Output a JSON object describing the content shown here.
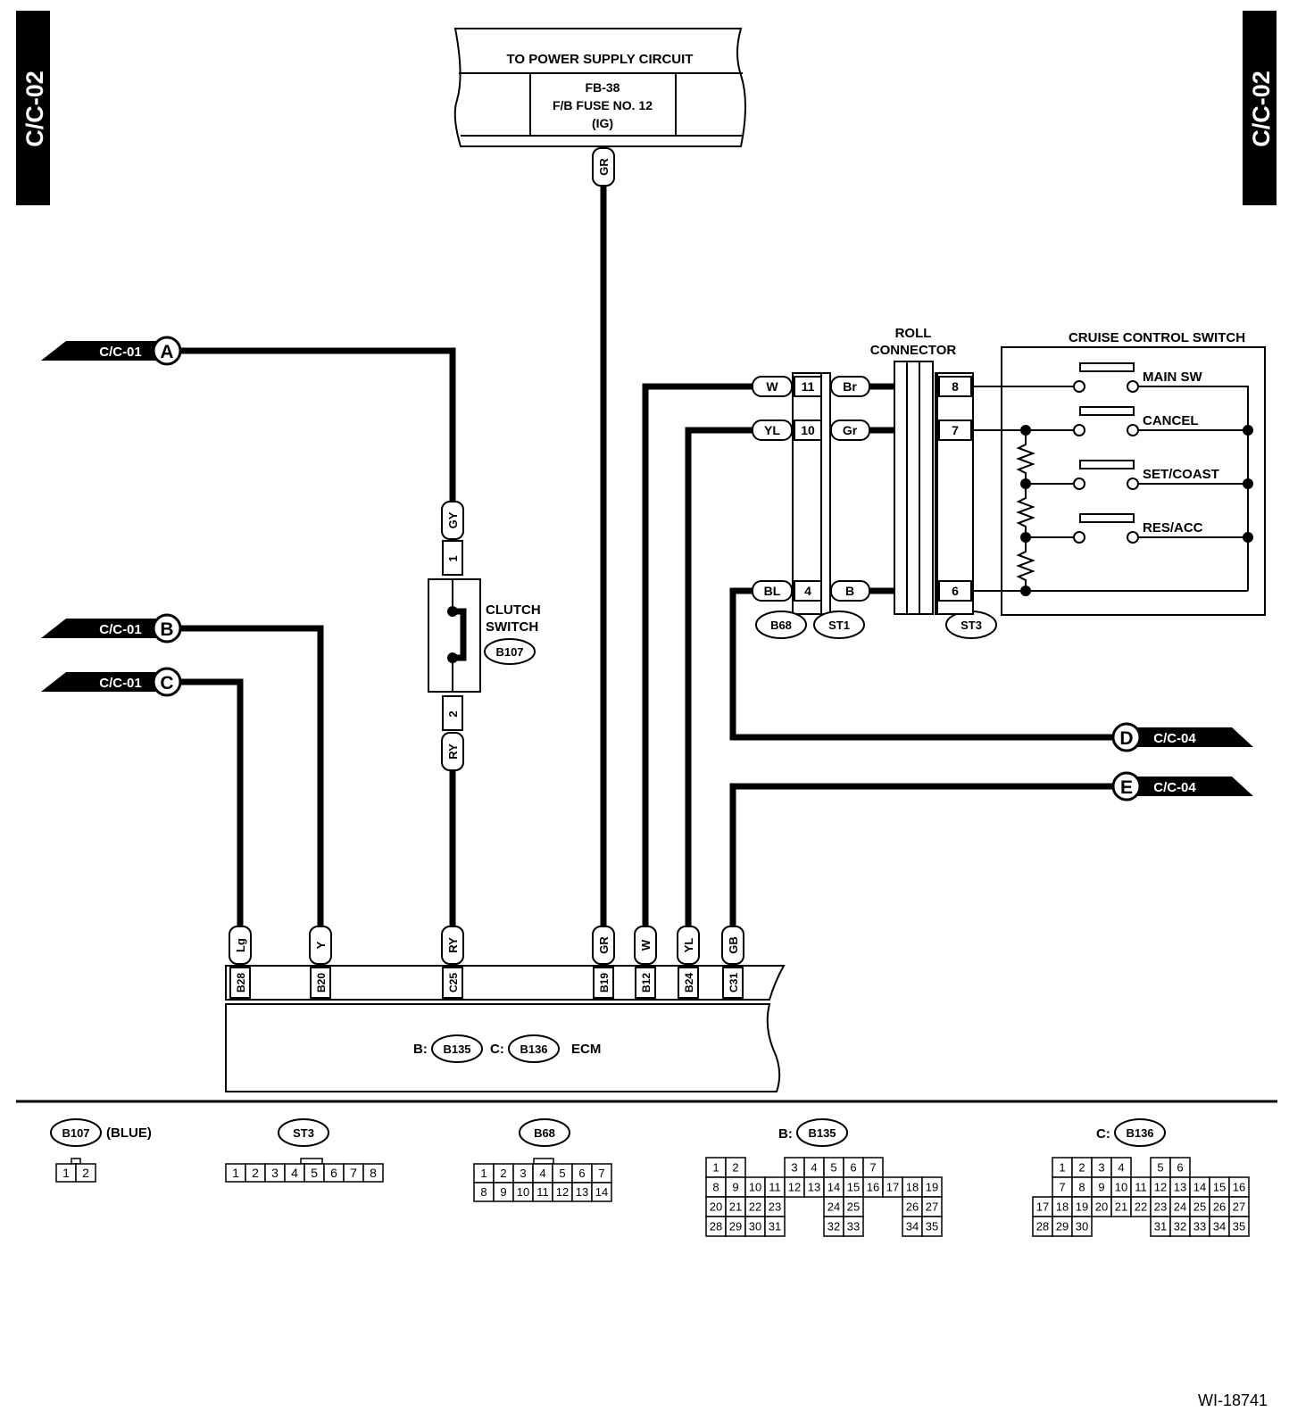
{
  "page_tag_left": "C/C-02",
  "page_tag_right": "C/C-02",
  "figure_id": "WI-18741",
  "power_supply": {
    "title": "TO POWER SUPPLY CIRCUIT",
    "line1": "FB-38",
    "line2": "F/B FUSE NO. 12",
    "line3": "(IG)",
    "wire_color": "GR"
  },
  "off_page_in": [
    {
      "ref": "C/C-01",
      "letter": "A"
    },
    {
      "ref": "C/C-01",
      "letter": "B"
    },
    {
      "ref": "C/C-01",
      "letter": "C"
    }
  ],
  "off_page_out": [
    {
      "ref": "C/C-04",
      "letter": "D"
    },
    {
      "ref": "C/C-04",
      "letter": "E"
    }
  ],
  "clutch_switch": {
    "label_line1": "CLUTCH",
    "label_line2": "SWITCH",
    "connector": "B107",
    "wire_top": "GY",
    "pin_top": "1",
    "pin_bottom": "2",
    "wire_bottom": "RY"
  },
  "roll_connector": {
    "label_line1": "ROLL",
    "label_line2": "CONNECTOR"
  },
  "cruise_switch": {
    "title": "CRUISE CONTROL SWITCH",
    "switches": [
      "MAIN SW",
      "CANCEL",
      "SET/COAST",
      "RES/ACC"
    ]
  },
  "connector_b68_st1": {
    "rows": [
      {
        "left_wire": "W",
        "pin": "11",
        "right_wire": "Br",
        "st3_pin": "8"
      },
      {
        "left_wire": "YL",
        "pin": "10",
        "right_wire": "Gr",
        "st3_pin": "7"
      },
      {
        "left_wire": "BL",
        "pin": "4",
        "right_wire": "B",
        "st3_pin": "6"
      }
    ],
    "tags": [
      "B68",
      "ST1",
      "ST3"
    ]
  },
  "ecm": {
    "label": "ECM",
    "prefix_b": "B:",
    "conn_b": "B135",
    "prefix_c": "C:",
    "conn_c": "B136",
    "pins": [
      {
        "wire": "Lg",
        "pin": "B28"
      },
      {
        "wire": "Y",
        "pin": "B20"
      },
      {
        "wire": "RY",
        "pin": "C25"
      },
      {
        "wire": "GR",
        "pin": "B19"
      },
      {
        "wire": "W",
        "pin": "B12"
      },
      {
        "wire": "YL",
        "pin": "B24"
      },
      {
        "wire": "GB",
        "pin": "C31"
      }
    ]
  },
  "connector_views": {
    "b107": {
      "name": "B107",
      "note": "(BLUE)",
      "rows": [
        [
          "1",
          "2"
        ]
      ]
    },
    "st3": {
      "name": "ST3",
      "rows": [
        [
          "1",
          "2",
          "3",
          "4",
          "5",
          "6",
          "7",
          "8"
        ]
      ]
    },
    "b68": {
      "name": "B68",
      "rows": [
        [
          "1",
          "2",
          "3",
          "4",
          "5",
          "6",
          "7"
        ],
        [
          "8",
          "9",
          "10",
          "11",
          "12",
          "13",
          "14"
        ]
      ]
    },
    "b135": {
      "prefix": "B:",
      "name": "B135",
      "rows": [
        [
          "1",
          "2",
          "",
          "",
          "3",
          "4",
          "5",
          "6",
          "7"
        ],
        [
          "8",
          "9",
          "10",
          "11",
          "12",
          "13",
          "14",
          "15",
          "16",
          "17",
          "18",
          "19"
        ],
        [
          "20",
          "21",
          "22",
          "23",
          "",
          "",
          "24",
          "25",
          "",
          "",
          "26",
          "27"
        ],
        [
          "28",
          "29",
          "30",
          "31",
          "",
          "",
          "32",
          "33",
          "",
          "",
          "34",
          "35"
        ]
      ]
    },
    "b136": {
      "prefix": "C:",
      "name": "B136",
      "rows": [
        [
          "",
          "1",
          "2",
          "3",
          "4",
          "",
          "5",
          "6"
        ],
        [
          "",
          "7",
          "8",
          "9",
          "10",
          "11",
          "12",
          "13",
          "14",
          "15",
          "16"
        ],
        [
          "17",
          "18",
          "19",
          "20",
          "21",
          "22",
          "23",
          "24",
          "25",
          "26",
          "27"
        ],
        [
          "28",
          "29",
          "30",
          "",
          "",
          "",
          "31",
          "32",
          "33",
          "34",
          "35"
        ]
      ]
    }
  }
}
